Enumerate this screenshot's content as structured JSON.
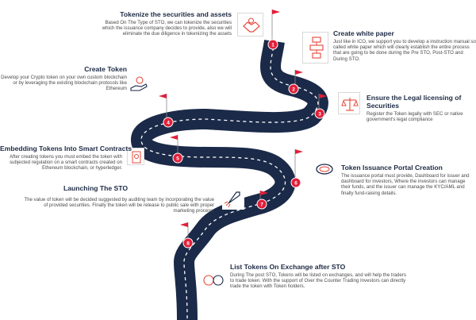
{
  "steps": [
    {
      "num": "1",
      "title": "Tokenize the securities and assets",
      "desc": "Based On The Type of STO,  we can tokenize the securities which the issuance company decides to provide, also we will eliminate the due diligence in tokenizing the assets",
      "icon": "handshake-icon"
    },
    {
      "num": "2",
      "title": "Create white paper",
      "desc": "Just like in ICO, we support you to develop a instruction manual so called white paper which will clearly establish the entire process that are going to be done during the Pre STO, Post-STO and During STO.",
      "icon": "flowchart-icon"
    },
    {
      "num": "3",
      "title": "Ensure the Legal licensing of Securities",
      "desc": "Register the Token legally with SEC or native government's legal compliance",
      "icon": "scales-icon"
    },
    {
      "num": "4",
      "title": "Create Token",
      "desc": "Develop your Crypto token on your own custom blockchain or by leveraging the existing blockchain protocols like Ethereum",
      "icon": "hand-coin-icon"
    },
    {
      "num": "5",
      "title": "Embedding Tokens Into Smart Contracts",
      "desc": "After creating tokens you must embed the token with subjected regulation on a smart contracts created on Ethereum blockchain, or hyperledger.",
      "icon": "contract-icon"
    },
    {
      "num": "6",
      "title": "Token Issuance Portal Creation",
      "desc": "The issuance portal must provide, Dashboard for issuer and dashboard for investors, Where the investors can manage their funds, and the issuer can manage the KYC/AML and finally fund-raising details.",
      "icon": "coin-hand-icon"
    },
    {
      "num": "7",
      "title": "Launching The STO",
      "desc": "The value of token will be decided suggested by auditing team by incorporating the value of provided securities. Finally the token will be release to public sale with proper marketing process.",
      "icon": "rocket-icon"
    },
    {
      "num": "8",
      "title": "List Tokens On Exchange after STO",
      "desc": "During The post STO, Tokens will be listed on exchanges, and will help the traders to trade token. With the support of Over the Counter Trading Investors can directly trade the token with Token holders.",
      "icon": "exchange-icon"
    }
  ],
  "colors": {
    "road": "#1b2a48",
    "flag": "#e11f3a",
    "title": "#1d2a44",
    "icon": "#e5483a"
  }
}
